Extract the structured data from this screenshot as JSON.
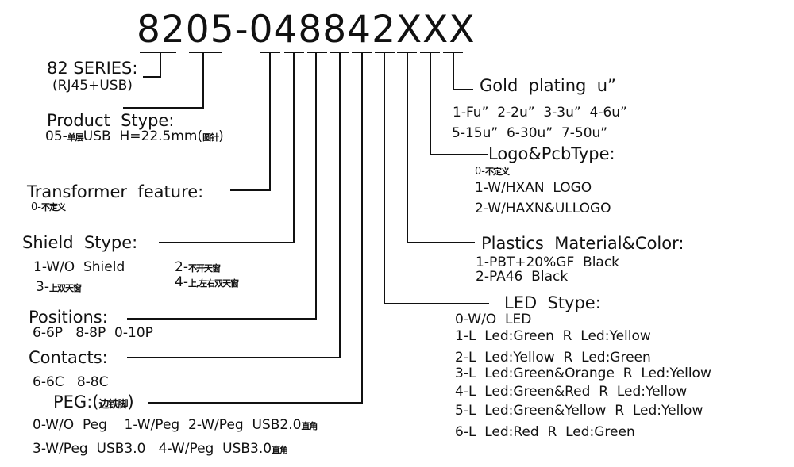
{
  "part_number": "8205-048842XXX",
  "fields": {
    "series": {
      "title": "82 SERIES:",
      "values": [
        "(RJ45+USB)"
      ]
    },
    "product_type": {
      "title": "Product  Stype:",
      "value_prefix": "05-",
      "value_cn1": "单层",
      "value_mid": "USB  H=22.5mm(",
      "value_cn2": "圆针",
      "value_suffix": ")"
    },
    "transformer": {
      "title": "Transformer  feature:",
      "value_prefix": "0-",
      "value_cn": "不定义"
    },
    "shield": {
      "title": "Shield  Stype:",
      "opt1": "1-W/O  Shield",
      "opt2_prefix": "2-",
      "opt2_cn": "不开天窗",
      "opt3_prefix": "3-",
      "opt3_cn": "上双天窗",
      "opt4_prefix": "4-",
      "opt4_cn": "上,左右双天窗"
    },
    "positions": {
      "title": "Positions:",
      "values": "6-6P   8-8P  0-10P"
    },
    "contacts": {
      "title": "Contacts:",
      "values": "6-6C   8-8C"
    },
    "peg": {
      "title_prefix": "PEG:(",
      "title_cn": "边铁脚",
      "title_suffix": ")",
      "line1a": "0-W/O  Peg    1-W/Peg  2-W/Peg  USB2.0",
      "line1_cn": "直角",
      "line2a": "3-W/Peg  USB3.0   4-W/Peg  USB3.0",
      "line2_cn": "直角"
    },
    "gold_plating": {
      "title": "Gold  plating  u”",
      "line1": "1-Fu”  2-2u”  3-3u”  4-6u”",
      "line2": "5-15u”  6-30u”  7-50u”"
    },
    "logo_pcb": {
      "title": "Logo&PcbType:",
      "opt0_prefix": "0-",
      "opt0_cn": "不定义",
      "opt1": "1-W/HXAN  LOGO",
      "opt2": "2-W/HAXN&ULLOGO"
    },
    "plastics": {
      "title": "Plastics  Material&Color:",
      "opt1": "1-PBT+20%GF  Black",
      "opt2": "2-PA46  Black"
    },
    "led": {
      "title": "LED  Stype:",
      "options": [
        "0-W/O  LED",
        "1-L  Led:Green  R  Led:Yellow",
        "2-L  Led:Yellow  R  Led:Green",
        "3-L  Led:Green&Orange  R  Led:Yellow",
        "4-L  Led:Green&Red  R  Led:Yellow",
        "5-L  Led:Green&Yellow  R  Led:Yellow",
        "6-L  Led:Red  R  Led:Green"
      ]
    }
  }
}
